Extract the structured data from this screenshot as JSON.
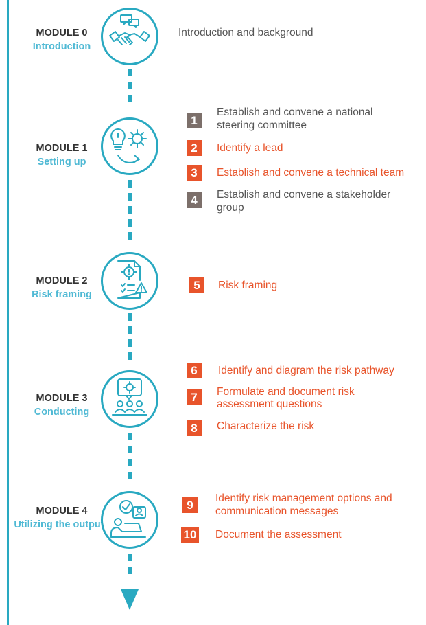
{
  "colors": {
    "accent": "#29a9c1",
    "module_name": "#4fb9d4",
    "highlight": "#e8542b",
    "neutral": "#7c6f6a",
    "text": "#555555"
  },
  "modules": [
    {
      "number": "MODULE 0",
      "name": "Introduction",
      "icon": "handshake-chat-icon"
    },
    {
      "number": "MODULE 1",
      "name": "Setting up",
      "icon": "lightbulb-gear-icon"
    },
    {
      "number": "MODULE 2",
      "name": "Risk framing",
      "icon": "risk-document-icon"
    },
    {
      "number": "MODULE 3",
      "name": "Conducting",
      "icon": "team-meeting-icon"
    },
    {
      "number": "MODULE 4",
      "name": "Utilizing the outputs",
      "icon": "person-laptop-icon"
    }
  ],
  "intro": "Introduction and background",
  "steps": [
    {
      "num": "1",
      "text": "Establish and convene a national",
      "text2": "steering committee",
      "style": "gray"
    },
    {
      "num": "2",
      "text": "Identify a lead",
      "style": "orange"
    },
    {
      "num": "3",
      "text": "Establish and convene a technical team",
      "style": "orange"
    },
    {
      "num": "4",
      "text": "Establish and convene a stakeholder",
      "text2": "group",
      "style": "gray"
    },
    {
      "num": "5",
      "text": "Risk framing",
      "style": "orange"
    },
    {
      "num": "6",
      "text": "Identify and diagram the risk pathway",
      "style": "orange"
    },
    {
      "num": "7",
      "text": "Formulate and document risk",
      "text2": "assessment questions",
      "style": "orange"
    },
    {
      "num": "8",
      "text": "Characterize the risk",
      "style": "orange"
    },
    {
      "num": "9",
      "text": "Identify risk management options and",
      "text2": "communication messages",
      "style": "orange"
    },
    {
      "num": "10",
      "text": "Document the assessment",
      "style": "orange"
    }
  ]
}
